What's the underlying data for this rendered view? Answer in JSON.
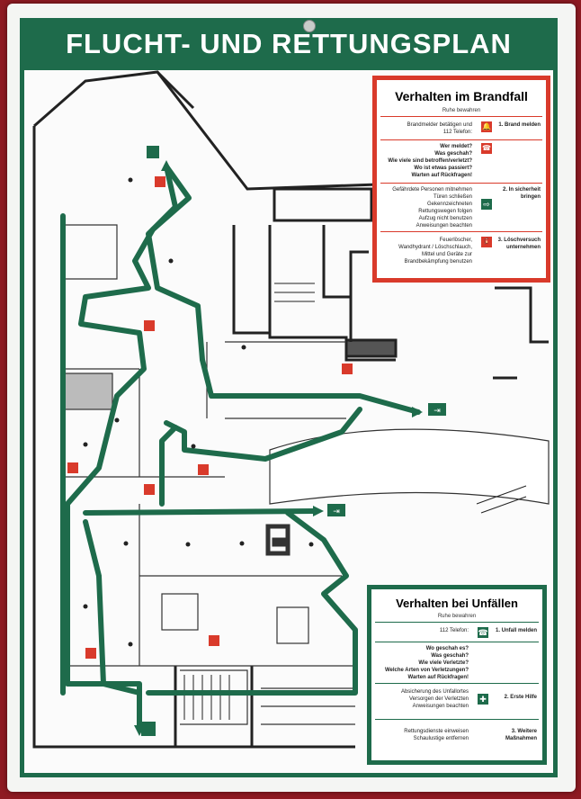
{
  "sign": {
    "title": "FLUCHT- UND RETTUNGSPLAN"
  },
  "fire_panel": {
    "title": "Verhalten im Brandfall",
    "subtitle": "Ruhe bewahren",
    "sections": [
      {
        "text": "Brandmelder betätigen und\n112 Telefon:",
        "label": "1. Brand melden",
        "icon": "fire-alarm-icon"
      },
      {
        "text": "Wer meldet?\nWas geschah?\nWie viele sind betroffen/verletzt?\nWo ist etwas passiert?\nWarten auf Rückfragen!",
        "label": "",
        "icon": "phone-icon"
      },
      {
        "text": "Gefährdete Personen mitnehmen\nTüren schließen\nGekennzeichneten\nRettungswegen folgen\nAufzug nicht benutzen\nAnweisungen beachten",
        "label": "2. In sicherheit\nbringen",
        "icon": "escape-route-icon"
      },
      {
        "text": "Feuerlöscher,\nWandhydrant / Löschschlauch,\nMittel und Geräte zur\nBrandbekämpfung benutzen",
        "label": "3. Löschversuch\nunternehmen",
        "icon": "fire-extinguisher-icon"
      }
    ]
  },
  "accident_panel": {
    "title": "Verhalten bei Unfällen",
    "subtitle": "Ruhe bewahren",
    "sections": [
      {
        "text": "112 Telefon:",
        "label": "1. Unfall melden",
        "icon": "phone-icon"
      },
      {
        "text": "Wo geschah es?\nWas geschah?\nWie viele Verletzte?\nWelche Arten von Verletzungen?\nWarten auf Rückfragen!",
        "label": "",
        "icon": ""
      },
      {
        "text": "Absicherung des Unfallortes\nVersorgen der Verletzten\nAnweisungen beachten",
        "label": "2. Erste Hilfe",
        "icon": "first-aid-icon"
      },
      {
        "text": "Rettungsdienste einweisen\nSchaulustige entfernen",
        "label": "3. Weitere\nMaßnahmen",
        "icon": ""
      }
    ]
  },
  "colors": {
    "sign_green": "#1e6b4b",
    "fire_red": "#d93a2b",
    "wall_background": "#8e1a22"
  }
}
